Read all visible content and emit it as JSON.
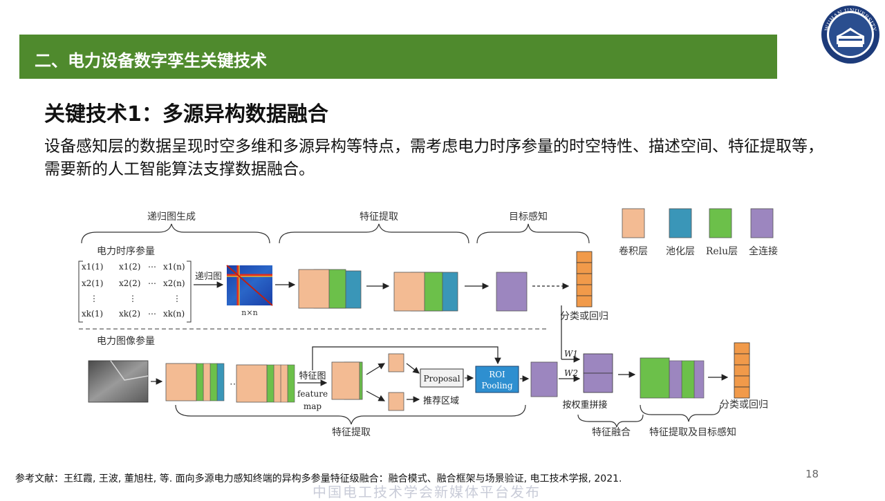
{
  "header": {
    "title": "二、电力设备数字孪生关键技术"
  },
  "logo": {
    "text": "WUHAN UNIVERSITY"
  },
  "section": {
    "heading": "关键技术1：多源异构数据融合",
    "paragraph": "设备感知层的数据呈现时空多维和多源异构等特点，需考虑电力时序参量的时空特性、描述空间、特征提取等，需要新的人工智能算法支撑数据融合。"
  },
  "diagram": {
    "legend": [
      {
        "label": "卷积层",
        "color": "#f3bb93"
      },
      {
        "label": "池化层",
        "color": "#3a96b8"
      },
      {
        "label": "Relu层",
        "color": "#6cc04a"
      },
      {
        "label": "全连接",
        "color": "#9c86bf"
      }
    ],
    "brace_top": [
      "递归图生成",
      "特征提取",
      "目标感知"
    ],
    "brace_bottom": [
      "特征提取",
      "特征融合",
      "特征提取及目标感知"
    ],
    "timeseries_title": "电力时序参量",
    "matrix": {
      "rows": [
        [
          "x1(1)",
          "x1(2)",
          "⋯",
          "x1(n)"
        ],
        [
          "x2(1)",
          "x2(2)",
          "⋯",
          "x2(n)"
        ],
        [
          "⋮",
          "⋮",
          "",
          "⋮"
        ],
        [
          "xk(1)",
          "xk(2)",
          "⋯",
          "xk(n)"
        ]
      ]
    },
    "recurrence_label": "递归图",
    "nxn_label": "n×n",
    "classify_label": "分类或回归",
    "image_title": "电力图像参量",
    "feature_map_lines": [
      "特征图",
      "feature",
      "map"
    ],
    "proposal_label": "Proposal",
    "roi_lines": [
      "ROI",
      "Pooling"
    ],
    "region_label": "推荐区域",
    "weights": [
      "W1",
      "W2"
    ],
    "concat_label": "按权重拼接",
    "classify_label_2": "分类或回归"
  },
  "footer": {
    "reference": "参考文献：王红霞, 王波, 董旭柱, 等. 面向多源电力感知终端的异构多参量特征级融合：融合模式、融合框架与场景验证, 电工技术学报, 2021.",
    "page_number": "18",
    "watermark": "中国电工技术学会新媒体平台发布"
  }
}
